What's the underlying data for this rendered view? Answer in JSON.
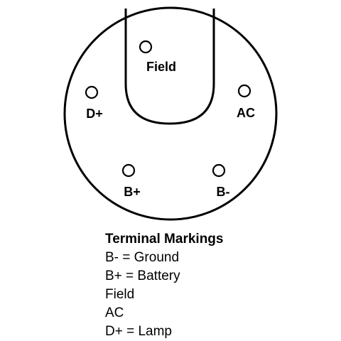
{
  "terminals": [
    {
      "id": "field",
      "label": "Field"
    },
    {
      "id": "d-plus",
      "label": "D+"
    },
    {
      "id": "ac",
      "label": "AC"
    },
    {
      "id": "b-plus",
      "label": "B+"
    },
    {
      "id": "b-minus",
      "label": "B-"
    }
  ],
  "legend": {
    "title": "Terminal Markings",
    "items": [
      "B- = Ground",
      "B+ = Battery",
      "Field",
      "AC",
      "D+ = Lamp"
    ]
  }
}
